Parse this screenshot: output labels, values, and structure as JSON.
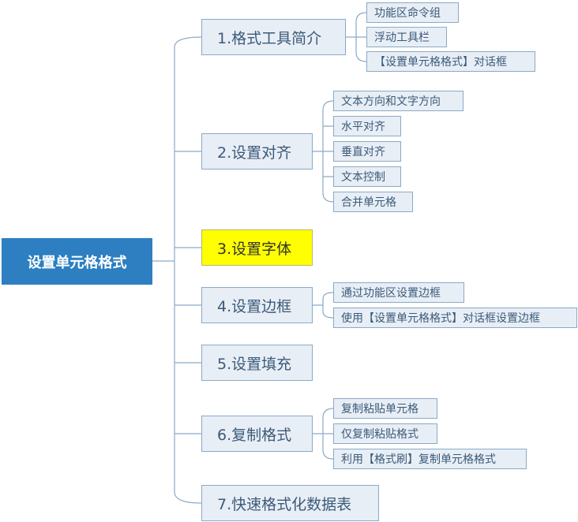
{
  "root": {
    "label": "设置单元格格式"
  },
  "topics": [
    {
      "label": "1.格式工具简介",
      "highlight": false,
      "items": [
        "功能区命令组",
        "浮动工具栏",
        "【设置单元格格式】对话框"
      ]
    },
    {
      "label": "2.设置对齐",
      "highlight": false,
      "items": [
        "文本方向和文字方向",
        "水平对齐",
        "垂直对齐",
        "文本控制",
        "合并单元格"
      ]
    },
    {
      "label": "3.设置字体",
      "highlight": true,
      "items": []
    },
    {
      "label": "4.设置边框",
      "highlight": false,
      "items": [
        "通过功能区设置边框",
        "使用【设置单元格格式】对话框设置边框"
      ]
    },
    {
      "label": "5.设置填充",
      "highlight": false,
      "items": []
    },
    {
      "label": "6.复制格式",
      "highlight": false,
      "items": [
        "复制粘贴单元格",
        "仅复制粘贴格式",
        "利用【格式刷】复制单元格格式"
      ]
    },
    {
      "label": "7.快速格式化数据表",
      "highlight": false,
      "items": []
    }
  ],
  "colors": {
    "root_fill": "#2d7fc1",
    "node_fill": "#e8eef5",
    "node_border": "#8aaac8",
    "highlight_fill": "#ffff00",
    "connector": "#8aaac8"
  }
}
